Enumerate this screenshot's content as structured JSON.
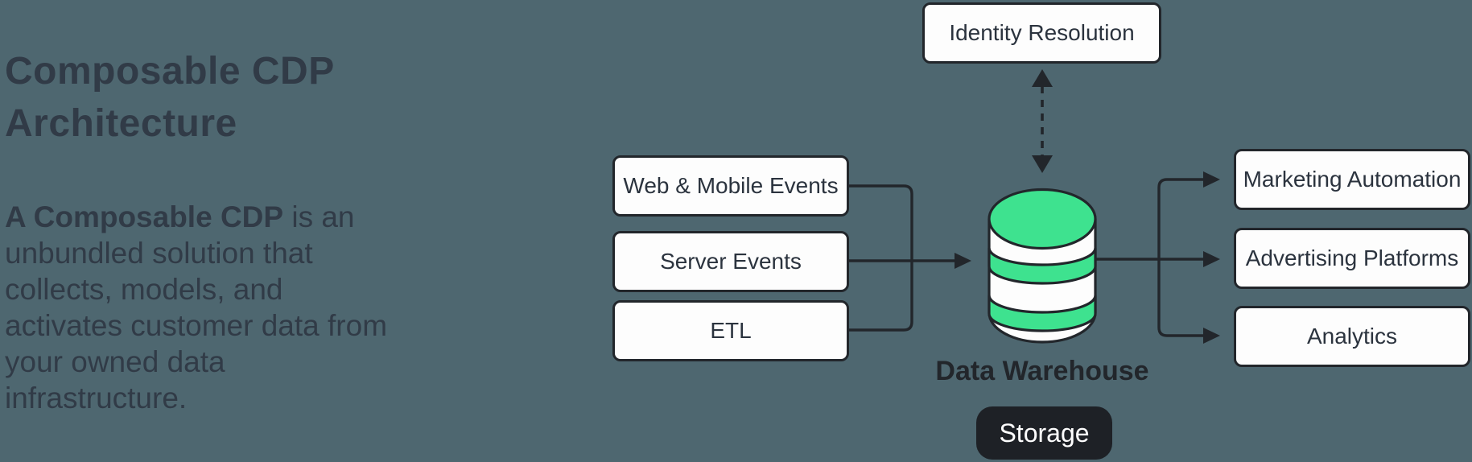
{
  "colors": {
    "background": "#4E6770",
    "stroke": "#22262B",
    "box_fill": "#FDFDFD",
    "accent_green": "#3EE28F",
    "text_dark": "#313B47",
    "badge_bg": "#1E2126",
    "badge_text": "#FFFFFF"
  },
  "intro": {
    "title_lines": [
      "Composable CDP",
      "Architecture"
    ],
    "description_bold": "A Composable CDP",
    "description_rest": " is an unbundled solution that collects, models, and activates customer data from your owned data infrastructure."
  },
  "diagram": {
    "identity_box": {
      "label": "Identity Resolution"
    },
    "source_boxes": [
      {
        "label": "Web & Mobile Events"
      },
      {
        "label": "Server Events"
      },
      {
        "label": "ETL"
      }
    ],
    "destination_boxes": [
      {
        "label": "Marketing Automation"
      },
      {
        "label": "Advertising Platforms"
      },
      {
        "label": "Analytics"
      }
    ],
    "warehouse": {
      "label": "Data Warehouse",
      "badge_label": "Storage",
      "icon": "database-cylinder-icon"
    }
  }
}
